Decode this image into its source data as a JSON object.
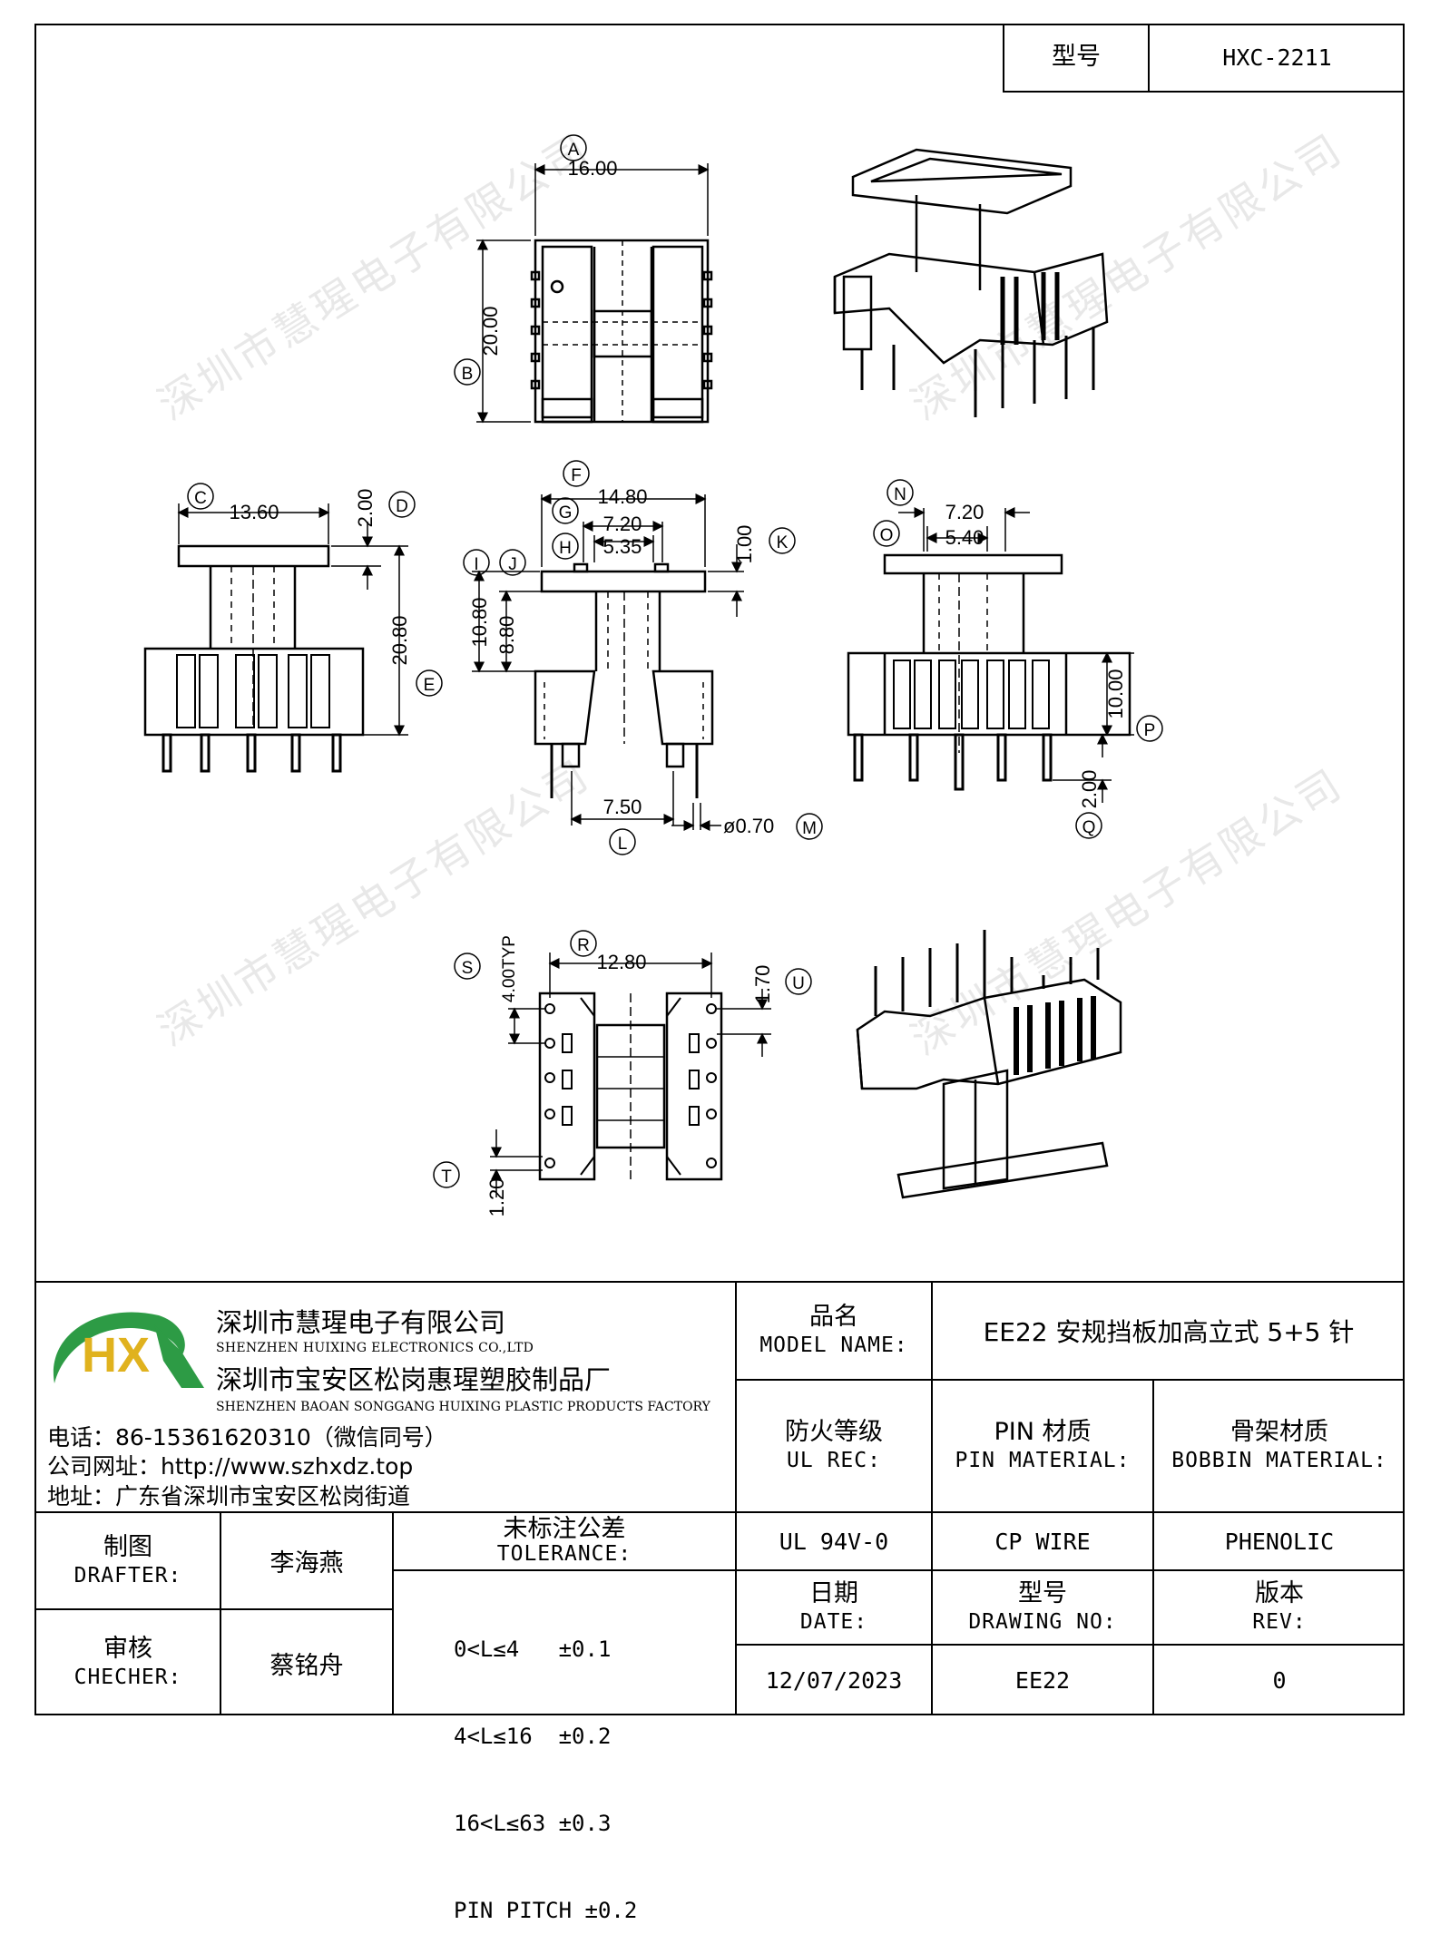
{
  "header": {
    "model_label": "型号",
    "model_value": "HXC-2211"
  },
  "drawing": {
    "dimensions": {
      "A": "16.00",
      "B": "20.00",
      "C": "13.60",
      "D": "2.00",
      "E": "20.80",
      "F": "14.80",
      "G": "7.20",
      "H": "5.35",
      "I": "10.80",
      "J": "8.80",
      "K": "1.00",
      "L": "7.50",
      "M": "ø0.70",
      "N": "7.20",
      "O": "5.40",
      "P": "10.00",
      "Q": "2.00",
      "R": "12.80",
      "S": "4.00TYP",
      "T": "1.20",
      "U": "1.70"
    },
    "watermark": "深圳市慧瑆电子有限公司"
  },
  "company": {
    "logo_text": "HX",
    "name_cn": "深圳市慧瑆电子有限公司",
    "name_en": "SHENZHEN HUIXING ELECTRONICS CO.,LTD",
    "factory_cn": "深圳市宝安区松岗惠瑆塑胶制品厂",
    "factory_en": "SHENZHEN BAOAN SONGGANG HUIXING PLASTIC PRODUCTS FACTORY",
    "phone": "电话：86-15361620310（微信同号）",
    "website": "公司网址：http://www.szhxdz.top",
    "address": "地址：广东省深圳市宝安区松岗街道"
  },
  "title_block": {
    "model_name_cn": "品名",
    "model_name_en": "MODEL NAME:",
    "model_name_value": "EE22 安规挡板加高立式 5+5 针",
    "ul_cn": "防火等级",
    "ul_en": "UL REC:",
    "pin_cn": "PIN 材质",
    "pin_en": "PIN MATERIAL:",
    "bobbin_cn": "骨架材质",
    "bobbin_en": "BOBBIN MATERIAL:",
    "ul_value": "UL 94V-0",
    "pin_value": "CP WIRE",
    "bobbin_value": "PHENOLIC",
    "drafter_cn": "制图",
    "drafter_en": "DRAFTER:",
    "drafter_value": "李海燕",
    "checker_cn": "审核",
    "checker_en": "CHECHER:",
    "checker_value": "蔡铭舟",
    "tolerance_cn": "未标注公差",
    "tolerance_en": "TOLERANCE:",
    "tolerance_rows": [
      "0<L≤4   ±0.1",
      "4<L≤16  ±0.2",
      "16<L≤63 ±0.3",
      "PIN PITCH ±0.2"
    ],
    "date_cn": "日期",
    "date_en": "DATE:",
    "drawing_cn": "型号",
    "drawing_en": "DRAWING NO:",
    "rev_cn": "版本",
    "rev_en": "REV:",
    "date_value": "12/07/2023",
    "drawing_value": "EE22",
    "rev_value": "0"
  }
}
